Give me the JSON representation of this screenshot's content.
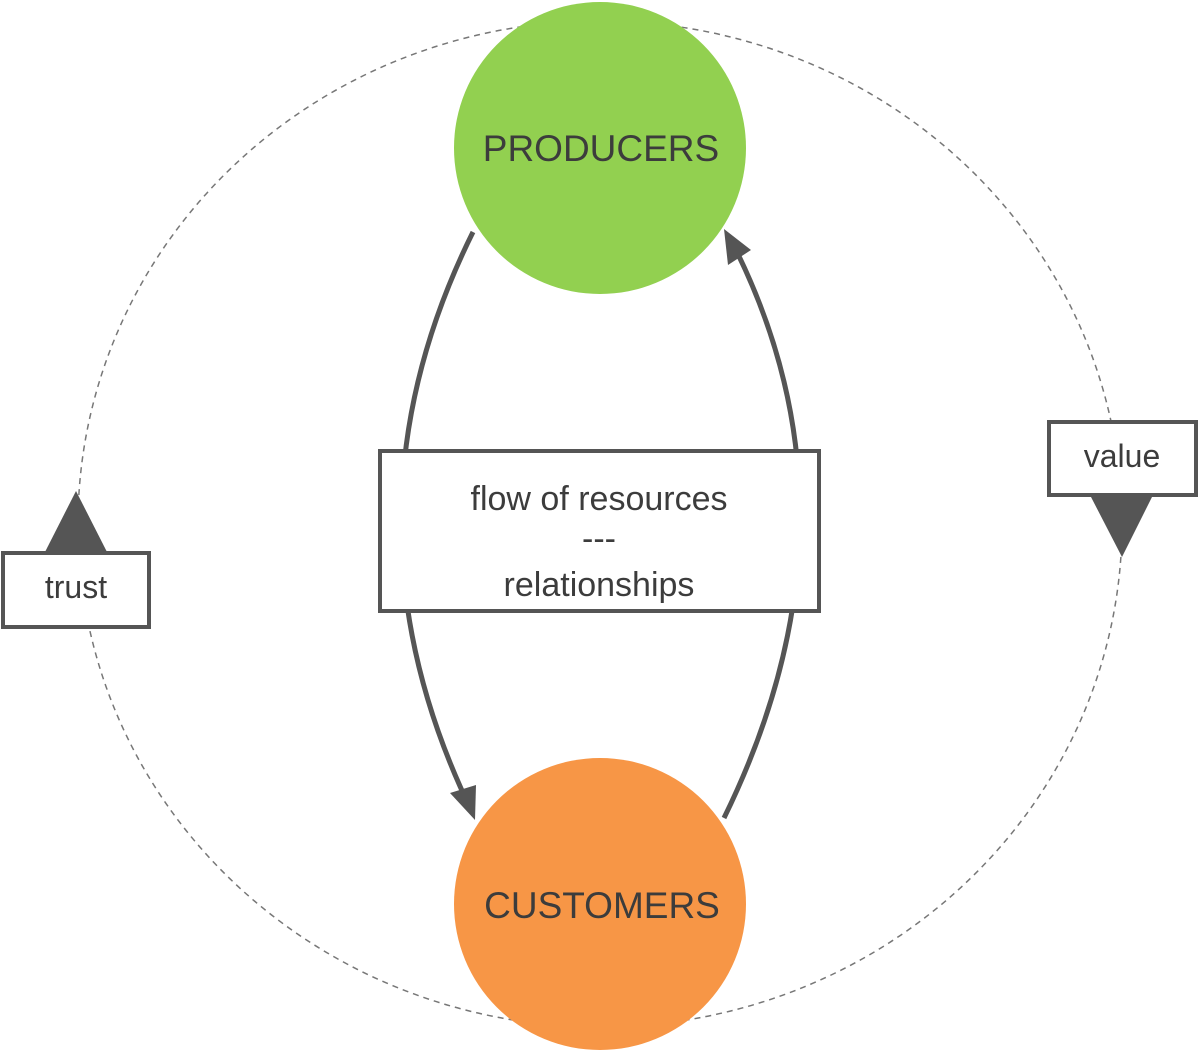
{
  "nodes": {
    "producers": {
      "label": "PRODUCERS",
      "color": "#92d050"
    },
    "customers": {
      "label": "CUSTOMERS",
      "color": "#f79646"
    }
  },
  "center_box": {
    "line1": "flow of resources",
    "line2": "---",
    "line3": "relationships"
  },
  "tags": {
    "trust": "trust",
    "value": "value"
  },
  "colors": {
    "stroke": "#555555",
    "dashed": "#777777",
    "text": "#3c3c3c"
  }
}
